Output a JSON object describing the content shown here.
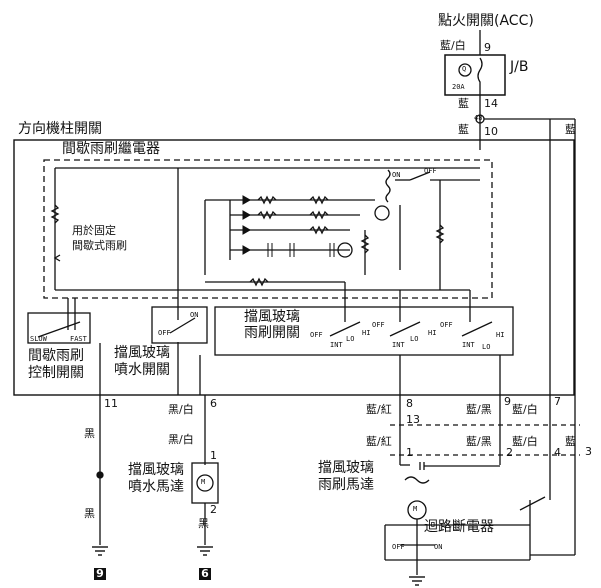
{
  "title": "點火開關(ACC)",
  "jb": {
    "label": "J/B",
    "fuse": "20A",
    "fuse_symbol": "Q",
    "pin_in": "9",
    "pin_out_a": "14",
    "pin_out_b": "10",
    "node": "48"
  },
  "box_titles": {
    "column_switch": "方向機柱開關",
    "relay": "間歇雨刷繼電器",
    "fixed_note": "用於固定\n間歇式雨刷",
    "intermittent_switch": "間歇雨刷\n控制開關",
    "washer_switch": "擋風玻璃\n噴水開關",
    "wiper_switch": "擋風玻璃\n雨刷開關",
    "washer_motor": "擋風玻璃\n噴水馬達",
    "wiper_motor": "擋風玻璃\n雨刷馬達",
    "breaker": "迴路斷電器"
  },
  "wire_colors": {
    "blue_white": "藍/白",
    "blue": "藍",
    "black": "黑",
    "black_white": "黑/白",
    "blue_red": "藍/紅",
    "blue_black": "藍/黑"
  },
  "pins": {
    "p11": "11",
    "p6": "6",
    "p1a": "1",
    "p2a": "2",
    "p8": "8",
    "p9": "9",
    "p7": "7",
    "p13": "13",
    "p1b": "1",
    "p2b": "2",
    "p4": "4",
    "p3": "3"
  },
  "switch_text": {
    "slow": "SLOW",
    "fast": "FAST",
    "off": "OFF",
    "on": "ON",
    "int": "INT",
    "lo": "LO",
    "hi": "HI"
  },
  "ground_labels": {
    "g9": "9",
    "g6": "6"
  },
  "motor_symbol": "M"
}
